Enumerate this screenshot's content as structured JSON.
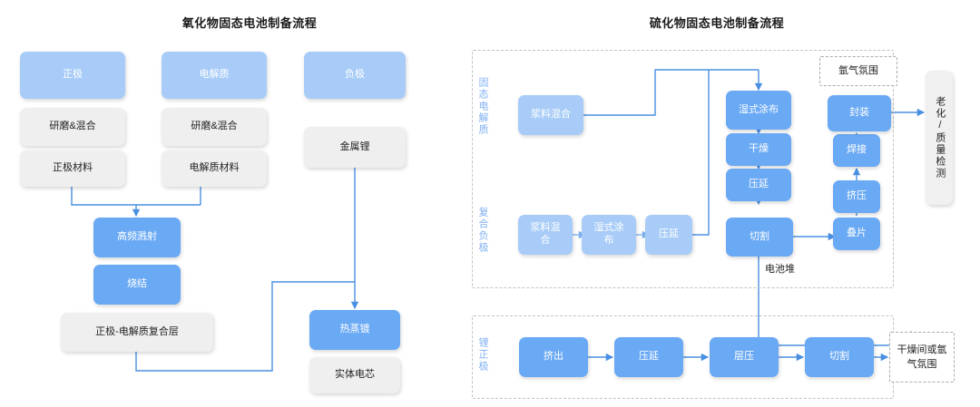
{
  "titles": {
    "left": "氧化物固态电池制备流程",
    "right": "硫化物固态电池制备流程"
  },
  "left_diagram": {
    "columns": {
      "cathode": {
        "header": "正极",
        "steps": [
          "研磨&混合",
          "正极材料"
        ]
      },
      "electrolyte": {
        "header": "电解质",
        "steps": [
          "研磨&混合",
          "电解质材料"
        ]
      },
      "anode": {
        "header": "负极",
        "steps": [
          "金属锂"
        ]
      }
    },
    "process": [
      "高频溅射",
      "烧结"
    ],
    "composite_layer": "正极-电解质复合层",
    "evaporation": "热蒸镀",
    "cell": "实体电芯"
  },
  "right_diagram": {
    "groups": [
      {
        "label": "固态电解质"
      },
      {
        "label": "复合负极"
      },
      {
        "label": "锂正极"
      }
    ],
    "solid_electrolyte": {
      "slurry": "浆料混合"
    },
    "composite_anode": {
      "steps": [
        "浆料混\n合",
        "湿式涂\n布",
        "压延"
      ]
    },
    "main_chain": [
      "湿式涂布",
      "干燥",
      "压延",
      "切割"
    ],
    "stack_chain": [
      "叠片",
      "挤压",
      "焊接",
      "封装"
    ],
    "stack_label": "电池堆",
    "argon_box": "氩气氛围",
    "aging_box": "老化/质量检测",
    "li_cathode": {
      "steps": [
        "挤出",
        "压延",
        "层压",
        "切割"
      ],
      "end_box": "干燥间或氩\n气氛围"
    }
  },
  "colors": {
    "blue": "#6aa9f4",
    "light_blue": "#a8ccf7",
    "grey": "#efefef",
    "wire": "#4a90e2",
    "label_blue": "#7fb0f2",
    "dashed_border": "#c2c2c2"
  }
}
